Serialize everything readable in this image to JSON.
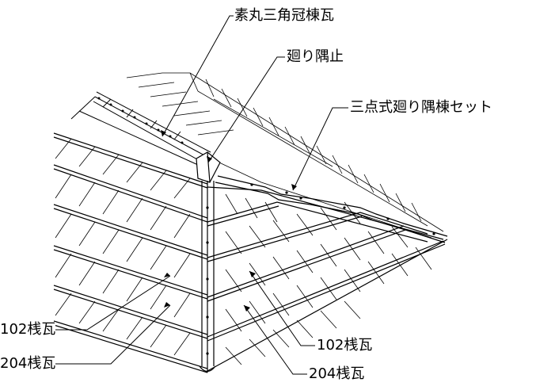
{
  "labels": {
    "ridge_tile": "素丸三角冠棟瓦",
    "hip_end_stop": "廻り隅止",
    "hip_ridge_set": "三点式廻り隅棟セット",
    "tile_102_left": "102桟瓦",
    "tile_204_left": "204桟瓦",
    "tile_102_right": "102桟瓦",
    "tile_204_right": "204桟瓦"
  }
}
